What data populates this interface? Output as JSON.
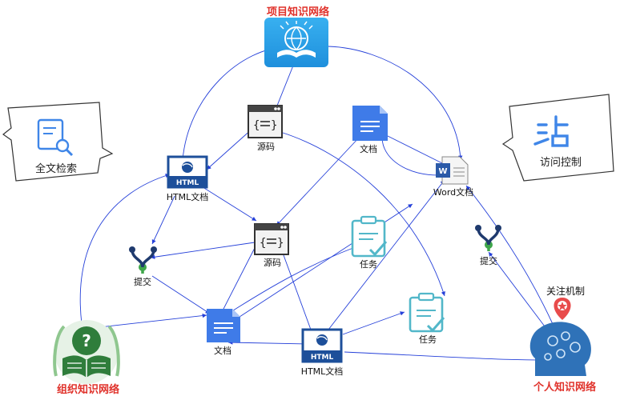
{
  "hubs": {
    "project": "项目知识网络",
    "org": "组织知识网络",
    "personal": "个人知识网络"
  },
  "features": {
    "fulltext": "全文检索",
    "access": "访问控制",
    "follow": "关注机制"
  },
  "nodes": {
    "source_top": "源码",
    "source_mid": "源码",
    "doc_top": "文档",
    "doc_bottom": "文档",
    "html_top": "HTML文档",
    "html_bottom": "HTML文档",
    "word": "Word文档",
    "commit_left": "提交",
    "commit_right": "提交",
    "task_mid": "任务",
    "task_bottom": "任务"
  },
  "icons": {
    "project": "globe-book-icon",
    "org": "question-book-icon",
    "personal": "head-gears-icon",
    "html": "html-file-icon",
    "source": "code-window-icon",
    "doc": "google-doc-icon",
    "word": "word-doc-icon",
    "commit": "git-branch-icon",
    "task": "clipboard-check-icon",
    "fulltext": "document-search-icon",
    "access": "access-glyph-icon",
    "follow": "location-star-icon"
  },
  "colors": {
    "arrow": "#2540d9",
    "hub_blue": "#2a9ee8",
    "title_red": "#e0322b",
    "doc_blue": "#3f7be8",
    "task_teal": "#52b7c9",
    "html_dark": "#1d4f9a",
    "commit_navy": "#1f3a6e",
    "commit_green": "#3fa64a"
  }
}
